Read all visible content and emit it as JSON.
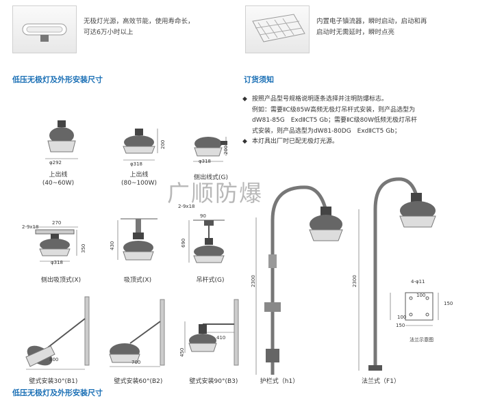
{
  "features": [
    {
      "lines": [
        "无极灯光源，高效节能，使用寿命长，",
        "可达6万小时以上"
      ]
    },
    {
      "lines": [
        "内置电子镇流器，瞬时启动，启动和再",
        "启动时无需延时，瞬时点亮"
      ]
    }
  ],
  "section_title": "低压无极灯及外形安装尺寸",
  "footer_title": "低压无极灯及外形安装尺寸",
  "order_title": "订货须知",
  "order_notes": {
    "bullet": "◆",
    "note1": "按照产品型号规格说明逐条选择并注明防爆标志。",
    "example_lines": [
      "例如：需要ⅡC级85W高频无极灯吊杆式安装，则产品选型为",
      "dW81-85G　ExdⅡCT5 Gb；需要ⅡC级80W低频无极灯吊杆",
      "式安装，则产品选型为dW81-80DG　ExdⅡCT5 Gb；"
    ],
    "note2": "本灯具出厂时已配无极灯光源。"
  },
  "watermark": "广顺防爆",
  "diagrams": {
    "top_out_small": {
      "caption": [
        "上出线",
        "(40~60W)"
      ],
      "dia": "φ292"
    },
    "top_out_large": {
      "caption": [
        "上出线",
        "(80~100W)"
      ],
      "dia": "φ318",
      "height": "200"
    },
    "side_out": {
      "caption": [
        "侧出线式(G)"
      ],
      "dia": "φ318",
      "height": "200"
    },
    "side_ceiling": {
      "caption": [
        "侧出吸顶式(X)"
      ],
      "conduit": "2-9x18",
      "width": "270",
      "dia": "φ318",
      "height": "350"
    },
    "ceiling": {
      "caption": [
        "吸顶式(X)"
      ],
      "height": "430"
    },
    "pendant": {
      "caption": [
        "吊杆式(G)"
      ],
      "conduit": "2-9x18",
      "width": "90",
      "height": "690"
    },
    "wall30": {
      "caption": [
        "壁式安装30°(B1)"
      ],
      "length": "800"
    },
    "wall60": {
      "caption": [
        "壁式安装60°(B2)"
      ],
      "length": "700"
    },
    "wall90": {
      "caption": [
        "壁式安装90°(B3)"
      ],
      "length": "410",
      "height": "450"
    },
    "guardrail": {
      "caption": [
        "护栏式（h1）"
      ],
      "height": "2300"
    },
    "flange": {
      "caption": [
        "法兰式（F1）"
      ],
      "height": "2300"
    },
    "flange_detail": {
      "caption": "法兰示意图",
      "holes": "4-φ11",
      "d1": "100",
      "d2": "150",
      "d3": "100",
      "d4": "150"
    }
  }
}
